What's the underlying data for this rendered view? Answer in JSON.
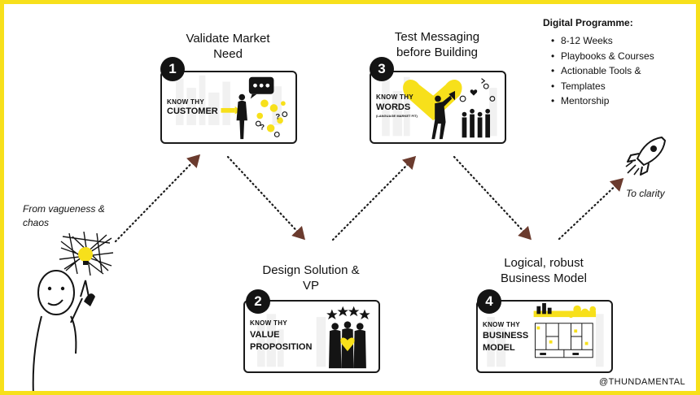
{
  "programme": {
    "title": "Digital Programme:",
    "items": [
      "8-12 Weeks",
      "Playbooks & Courses",
      "Actionable Tools &",
      "Templates",
      "Mentorship"
    ]
  },
  "steps": [
    {
      "number": "1",
      "title_lines": [
        "Validate Market",
        "Need"
      ],
      "know": "KNOW THY",
      "big_lines": [
        "CUSTOMER"
      ],
      "sub": ""
    },
    {
      "number": "2",
      "title_lines": [
        "Design Solution &",
        "VP"
      ],
      "know": "KNOW THY",
      "big_lines": [
        "VALUE",
        "PROPOSITION"
      ],
      "sub": ""
    },
    {
      "number": "3",
      "title_lines": [
        "Test Messaging",
        "before Building"
      ],
      "know": "KNOW THY",
      "big_lines": [
        "WORDS"
      ],
      "sub": "(LANGUAGE MARKET FIT)"
    },
    {
      "number": "4",
      "title_lines": [
        "Logical, robust",
        "Business Model"
      ],
      "know": "KNOW THY",
      "big_lines": [
        "BUSINESS",
        "MODEL"
      ],
      "sub": ""
    }
  ],
  "start_note_lines": [
    "From vagueness &",
    "chaos"
  ],
  "end_note": "To clarity",
  "handle": "@THUNDAMENTAL",
  "colors": {
    "accent": "#f7e01b",
    "dark": "#141414",
    "arrow": "#6b3b2e"
  }
}
